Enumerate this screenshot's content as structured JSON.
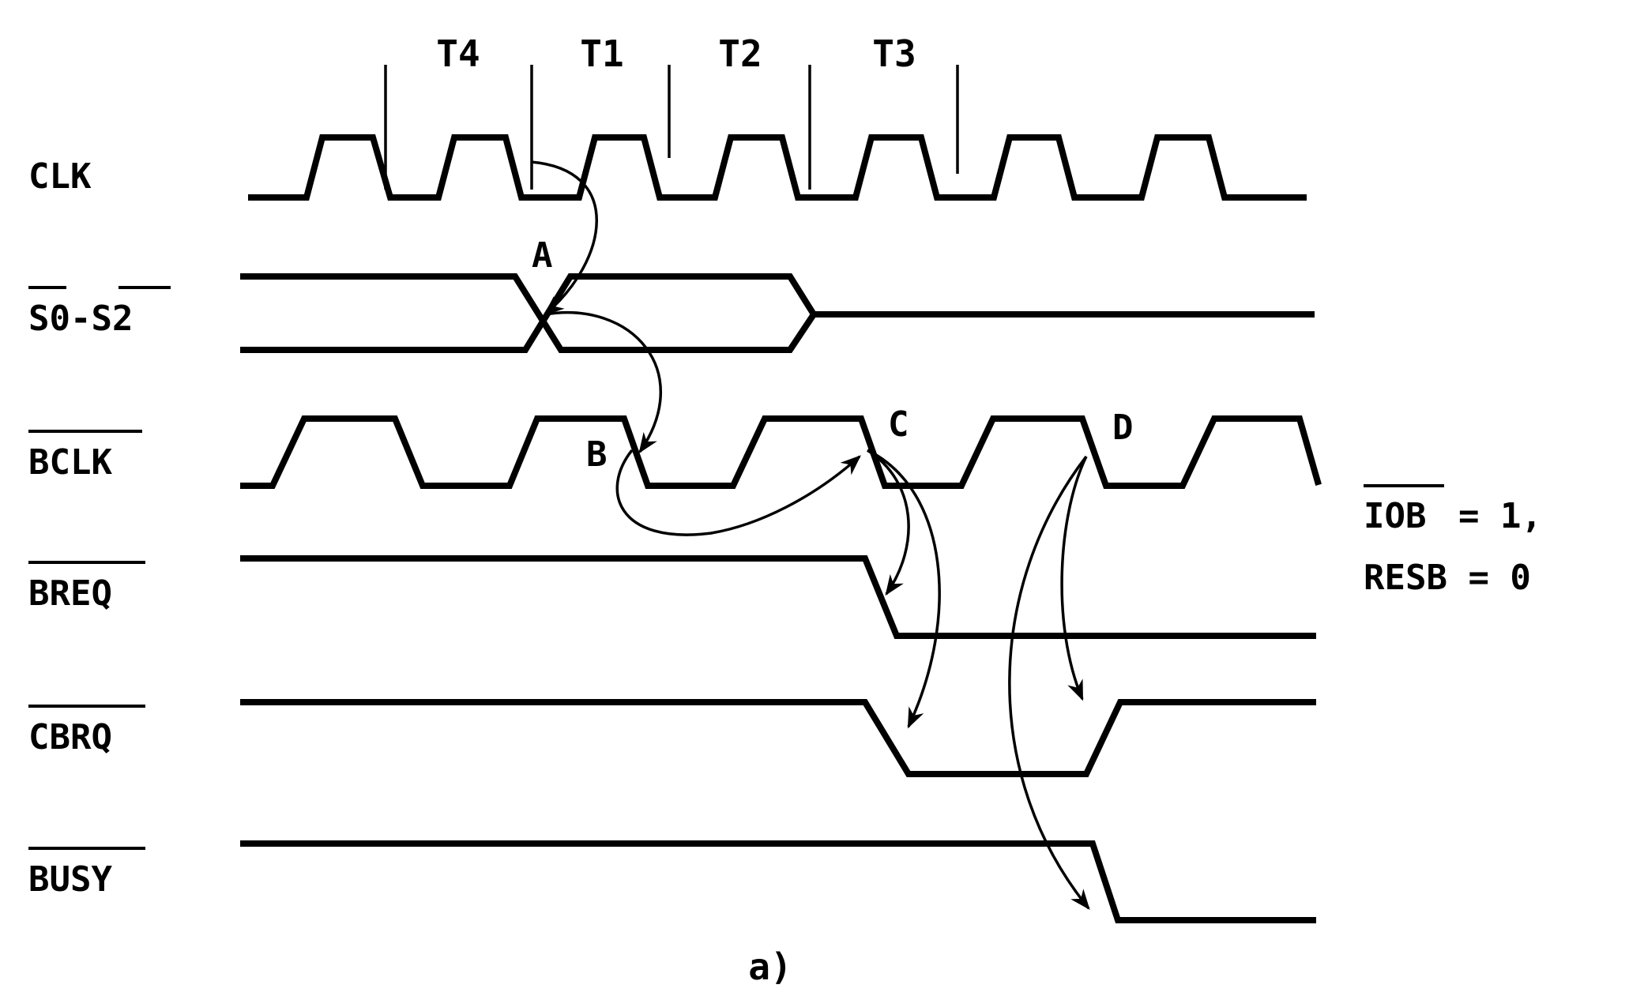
{
  "periods": [
    "T4",
    "T1",
    "T2",
    "T3"
  ],
  "signals": [
    "CLK",
    "S0-S2",
    "BCLK",
    "BREQ",
    "CBRQ",
    "BUSY"
  ],
  "points": [
    "A",
    "B",
    "C",
    "D"
  ],
  "conditions": {
    "line1_signal": "IOB",
    "line1_value": "= 1,",
    "line2": "RESB = 0"
  },
  "caption": "a)"
}
